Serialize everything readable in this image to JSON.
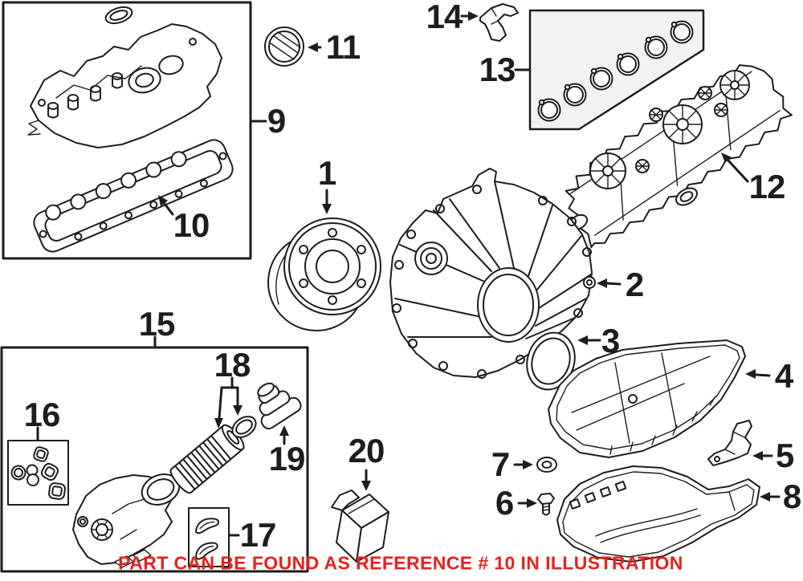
{
  "colors": {
    "background": "#ffffff",
    "line": "#1d1d1b",
    "accent_red": "#e8211d",
    "panel": "#f2f2f2"
  },
  "caption": {
    "text": "PART CAN BE FOUND AS REFERENCE # 10 IN ILLUSTRATION"
  },
  "parts": {
    "p1": "1",
    "p2": "2",
    "p3": "3",
    "p4": "4",
    "p5": "5",
    "p6": "6",
    "p7": "7",
    "p8": "8",
    "p9": "9",
    "p10": "10",
    "p11": "11",
    "p12": "12",
    "p13": "13",
    "p14": "14",
    "p15": "15",
    "p16": "16",
    "p17": "17",
    "p18": "18",
    "p19": "19",
    "p20": "20"
  }
}
